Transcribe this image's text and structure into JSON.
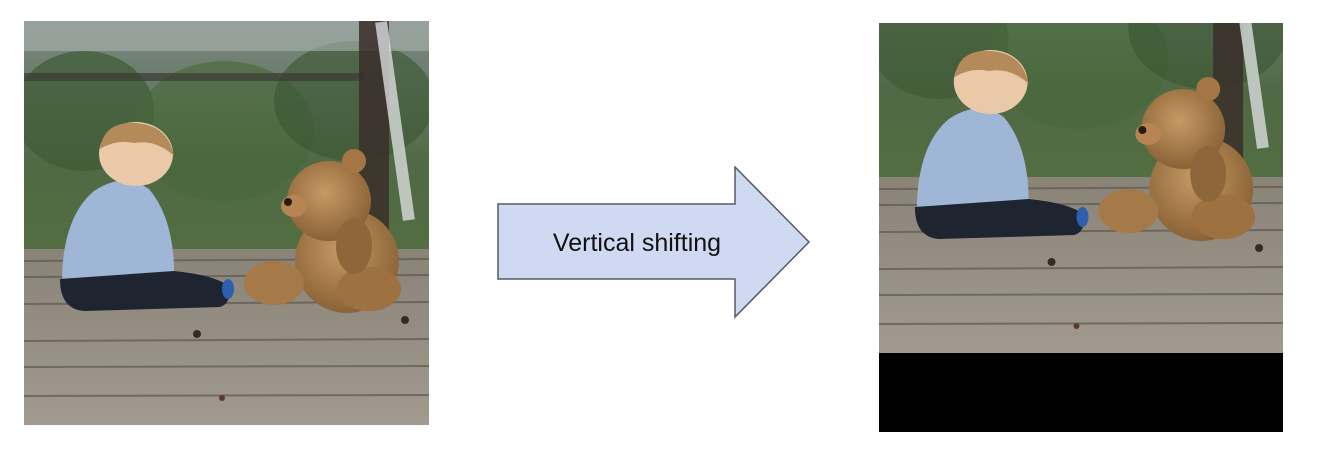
{
  "diagram": {
    "operation_label": "Vertical shifting",
    "colors": {
      "arrow_fill": "#cfdaf2",
      "arrow_stroke": "#555a66",
      "padding_fill": "#000000"
    },
    "source_image": {
      "content": "photo-toddler-and-teddy-bear-on-boardwalk"
    },
    "result_image": {
      "content": "photo-shifted-up-with-black-padding-at-bottom"
    }
  }
}
